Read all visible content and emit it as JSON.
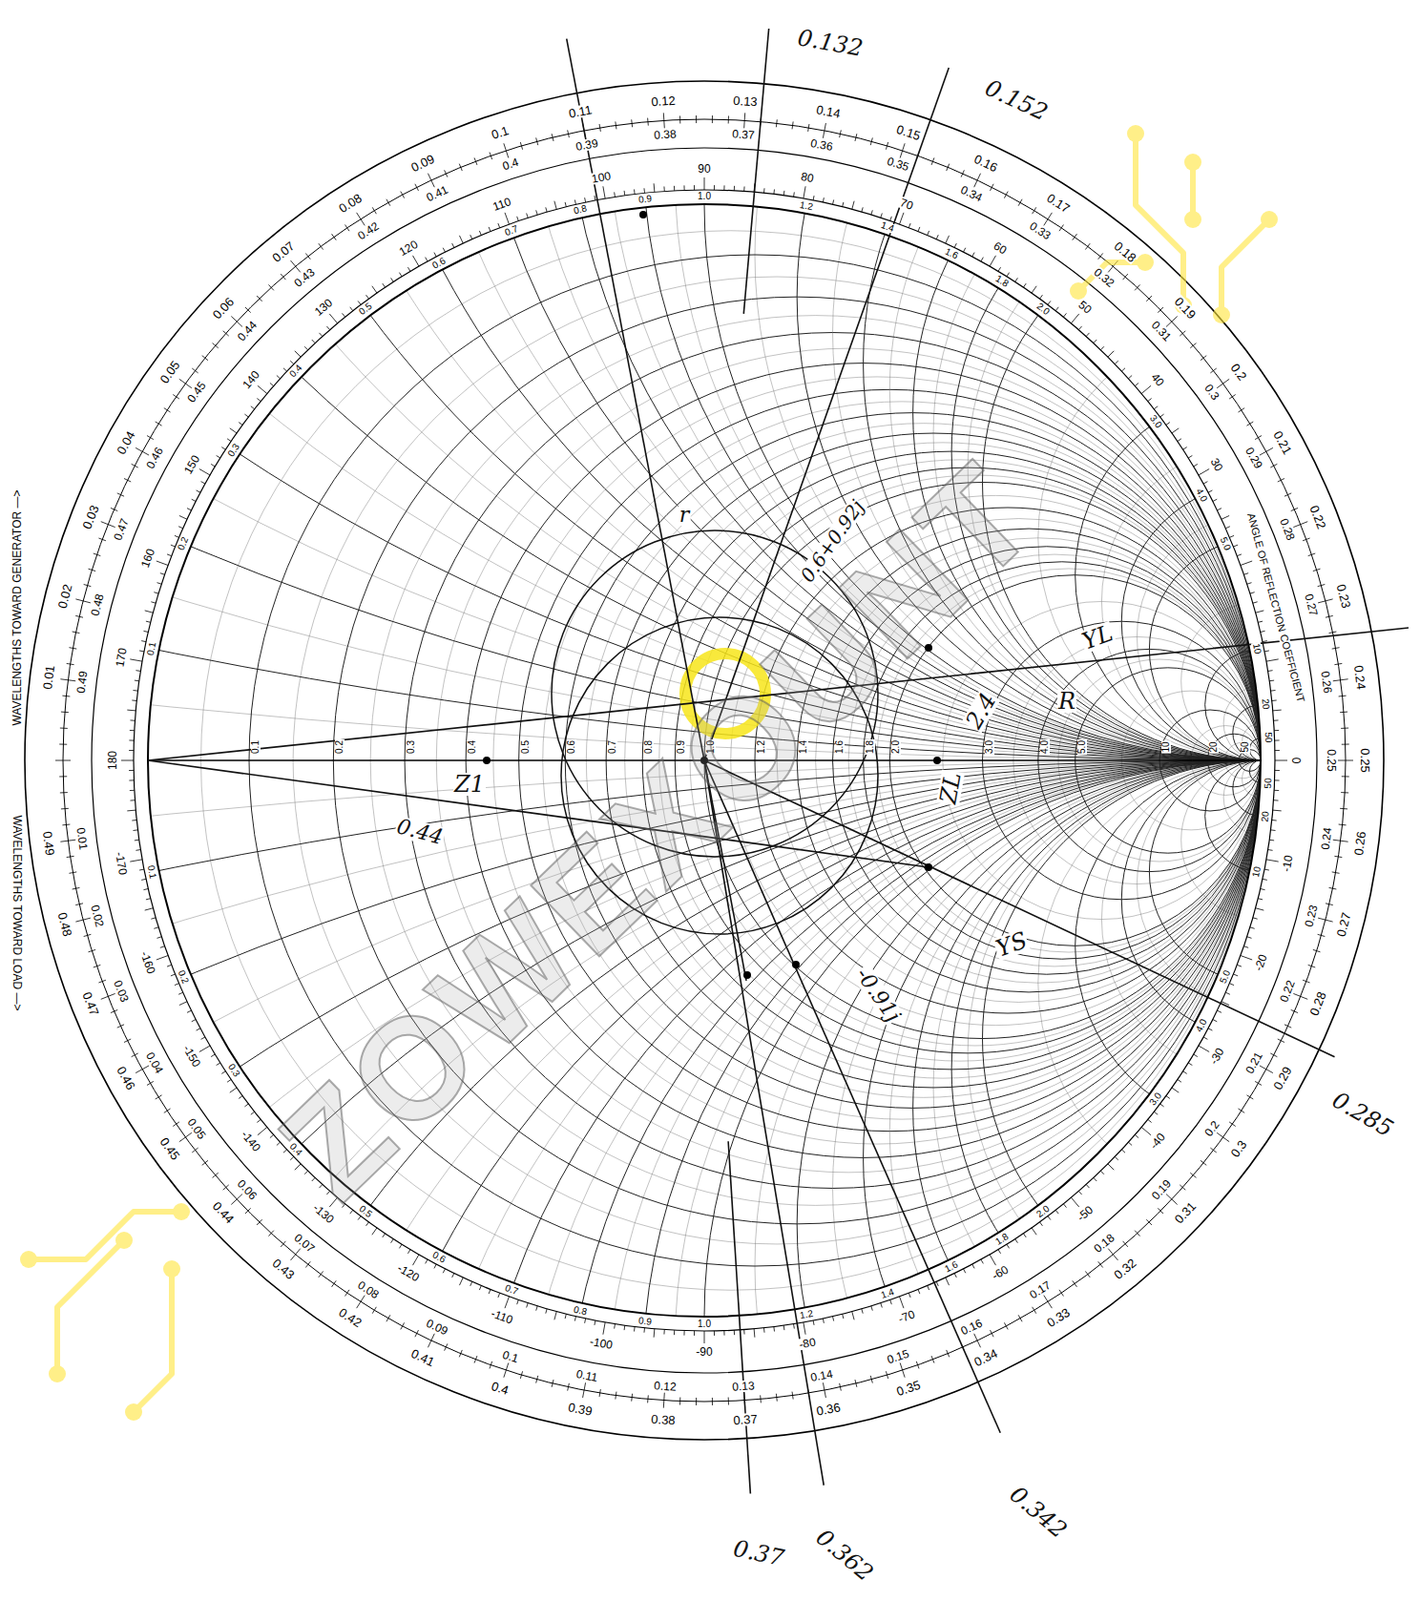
{
  "diagram": {
    "labels": [
      "0.01",
      "0.02",
      "0.03",
      "0.04",
      "0.05",
      "0.06",
      "0.07",
      "0.08",
      "0.09",
      "0.1",
      "0.11",
      "0.12",
      "0.13",
      "0.14",
      "0.15",
      "0.16",
      "0.17",
      "0.18",
      "0.19",
      "0.2",
      "0.21",
      "0.22",
      "0.23",
      "0.24",
      "0.25",
      "0.26",
      "0.27",
      "0.28",
      "0.29",
      "0.3",
      "0.31",
      "0.32",
      "0.33",
      "0.34",
      "0.35",
      "0.36",
      "0.37",
      "0.38",
      "0.39",
      "0.4",
      "0.41",
      "0.42",
      "0.43",
      "0.44",
      "0.45",
      "0.46",
      "0.47",
      "0.48",
      "0.49",
      "0.01",
      "0.02",
      "0.03",
      "0.04",
      "0.05",
      "0.06",
      "0.07",
      "0.08",
      "0.09",
      "0.1",
      "0.11",
      "0.12",
      "0.13",
      "0.14",
      "0.15",
      "0.16",
      "0.17",
      "0.18",
      "0.19",
      "0.2",
      "0.21",
      "0.22",
      "0.23",
      "0.24",
      "0.25",
      "0.26",
      "0.27",
      "0.28",
      "0.29",
      "0.3",
      "0.31",
      "0.32",
      "0.33",
      "0.34",
      "0.35",
      "0.36",
      "0.37",
      "0.38",
      "0.39",
      "0.4",
      "0.41",
      "0.42",
      "0.43",
      "0.44",
      "0.45",
      "0.46",
      "0.47",
      "0.48",
      "0.49",
      "180",
      "170",
      "160",
      "150",
      "140",
      "130",
      "120",
      "110",
      "100",
      "90",
      "80",
      "70",
      "60",
      "50",
      "40",
      "30",
      "0",
      "-10",
      "-20",
      "-30",
      "-40",
      "-50",
      "-60",
      "-70",
      "-80",
      "-90",
      "-100",
      "-110",
      "-120",
      "-130",
      "-140",
      "-150",
      "-160",
      "-170",
      "0.1",
      "0.2",
      "0.3",
      "0.4",
      "0.5",
      "0.6",
      "0.7",
      "0.8",
      "0.9",
      "1.0",
      "1.2",
      "1.4",
      "1.6",
      "1.8",
      "2.0",
      "3.0",
      "4.0",
      "5.0",
      "10",
      "20",
      "50",
      "0.1",
      "0.2",
      "0.3",
      "0.4",
      "0.5",
      "0.6",
      "0.7",
      "0.8",
      "0.9",
      "1.0",
      "1.2",
      "1.4",
      "1.6",
      "1.8",
      "2.0",
      "3.0",
      "4.0",
      "5.0",
      "10",
      "20",
      "50",
      "0.1",
      "0.2",
      "0.3",
      "0.4",
      "0.5",
      "0.6",
      "0.7",
      "0.8",
      "0.9",
      "1.0",
      "1.2",
      "1.4",
      "1.6",
      "1.8",
      "2.0",
      "3.0",
      "4.0",
      "5.0",
      "10",
      "20",
      "50",
      "WAVELENGTHS TOWARD GENERATOR —>",
      "WAVELENGTHS TOWARD LOAD —>",
      "ANGLE OF REFLECTION COEFFICIENT",
      "0.132",
      "0.152",
      "0.285",
      "0.37",
      "0.362",
      "0.342",
      "0.44",
      "Z1",
      "ZL",
      "2.4",
      "0.6+0.92j",
      "-0.91j",
      "YL",
      "R",
      "YS",
      "r",
      "ZOWEXOUNT"
    ]
  }
}
